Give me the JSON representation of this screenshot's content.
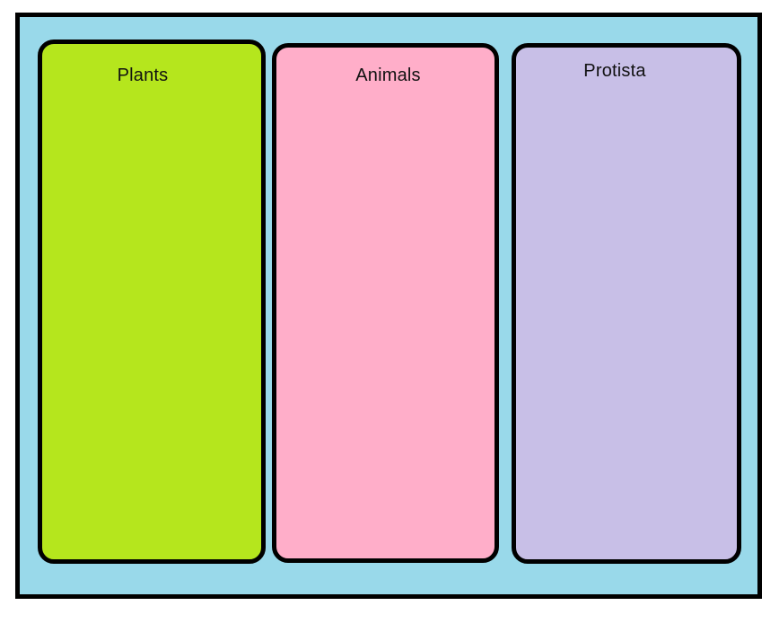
{
  "diagram": {
    "page_background": "#FFFFFF",
    "board_background": "#99D9EA",
    "border_color": "#000000",
    "columns": [
      {
        "label": "Plants",
        "fill": "#B5E61D"
      },
      {
        "label": "Animals",
        "fill": "#FFAEC9"
      },
      {
        "label": "Protista",
        "fill": "#C8BFE7"
      }
    ]
  }
}
